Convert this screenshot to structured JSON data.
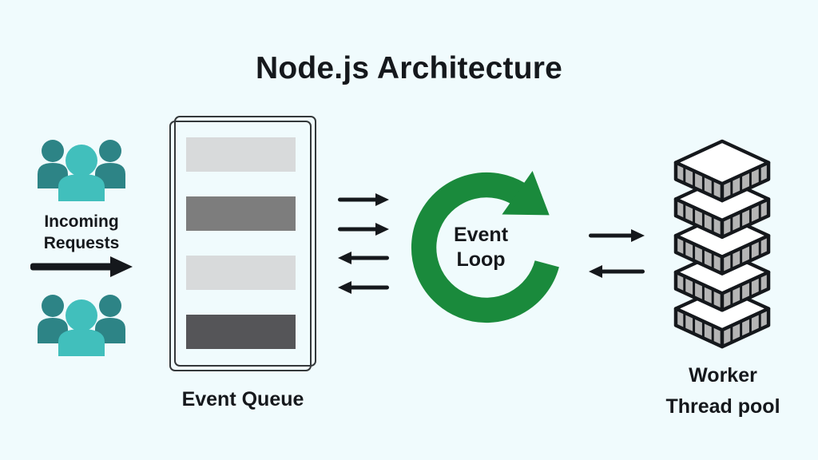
{
  "title": "Node.js Architecture",
  "colors": {
    "background": "#f0fbfd",
    "ink": "#15181c",
    "teal_front": "#41bfbc",
    "teal_back": "#2d8486",
    "green": "#1a8a3c",
    "bar_light": "#d8dadb",
    "bar_medium": "#7d7d7d",
    "bar_dark": "#555558",
    "slab_top": "#ffffff",
    "slab_side": "#b5b5b5",
    "outline": "#34383a"
  },
  "nodes": {
    "incoming_requests": {
      "icon": "users-group-icon",
      "label_line1": "Incoming",
      "label_line2": "Requests"
    },
    "event_queue": {
      "label": "Event Queue",
      "bars": [
        "light",
        "medium",
        "light",
        "dark"
      ]
    },
    "event_loop": {
      "icon": "circular-arrow-icon",
      "label_line1": "Event",
      "label_line2": "Loop"
    },
    "worker_pool": {
      "icon": "layer-stack-icon",
      "layers": 5,
      "label_line1": "Worker",
      "label_line2": "Thread pool"
    }
  },
  "flow": {
    "incoming_to_queue": [
      "right"
    ],
    "queue_loop": [
      "right",
      "right",
      "left",
      "left"
    ],
    "loop_worker": [
      "right",
      "left"
    ]
  }
}
